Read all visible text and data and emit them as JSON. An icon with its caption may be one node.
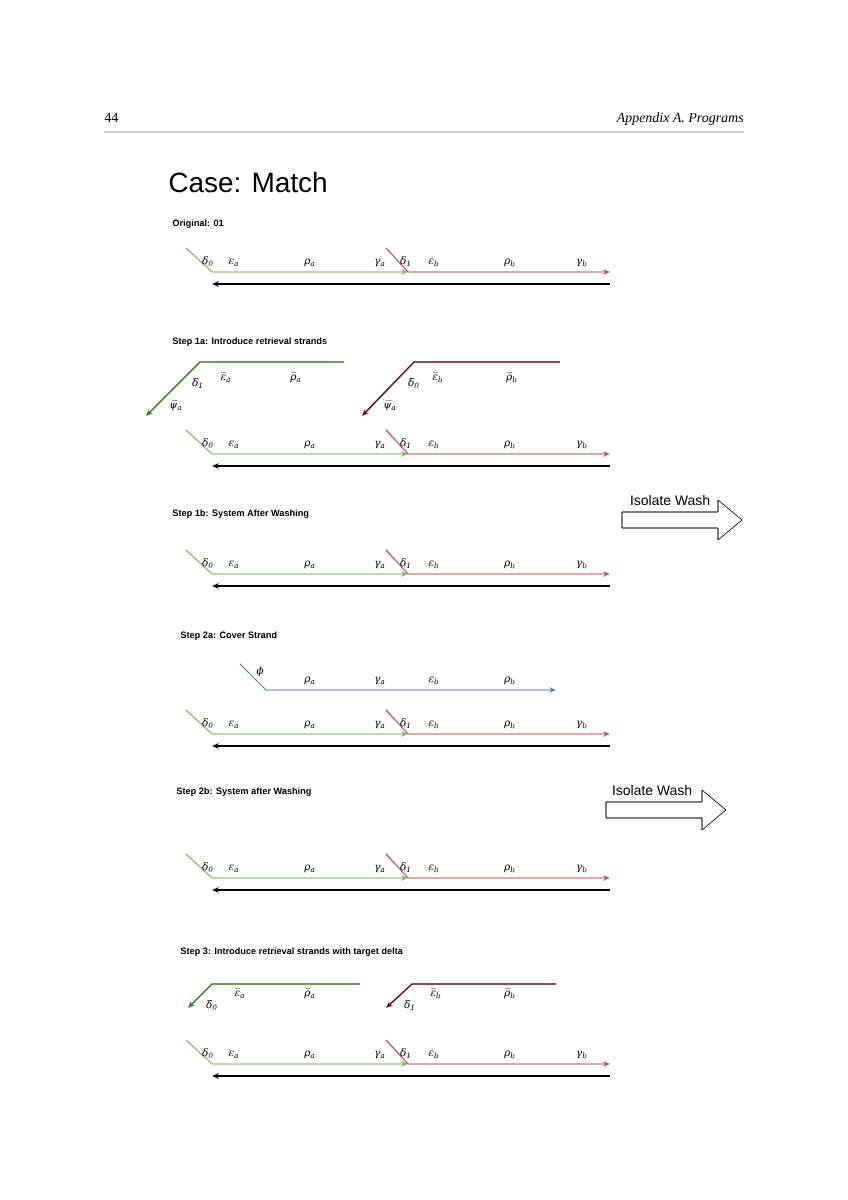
{
  "diagram": {
    "title": "Case: Match",
    "nodes": [
      {
        "text": [
          "Isolate Wash"
        ]
      },
      {
        "text": [
          "Isolate Wash"
        ]
      }
    ],
    "labels": [
      "44",
      "Appendix A. Programs",
      "Original: 01",
      "δ$_{0}$",
      "ε$_{a}$",
      "ρ$_{a}$",
      "γ$_{a}$",
      "δ$_{1}$",
      "ε$_{b}$",
      "ρ$_{b}$",
      "γ$_{b}$",
      "Step 1a: Introduce retrieval strands",
      "δ̅$_{1}$",
      "ε̅$_{a}$",
      "ρ̅$_{a}$",
      "ψ̅$_{a}$",
      "δ̅$_{0}$",
      "ε̅$_{b}$",
      "ρ̅$_{b}$",
      "ψ̅$_{a}$",
      "δ$_{0}$",
      "ε$_{a}$",
      "ρ$_{a}$",
      "γ$_{a}$",
      "δ$_{1}$",
      "ε$_{b}$",
      "ρ$_{b}$",
      "γ$_{b}$",
      "Step 1b: System After Washing",
      "δ$_{0}$",
      "ε$_{a}$",
      "ρ$_{a}$",
      "γ$_{a}$",
      "δ$_{1}$",
      "ε$_{b}$",
      "ρ$_{b}$",
      "γ$_{b}$",
      "Step 2a: Cover Strand",
      "ϕ",
      "ρ$_{a}$",
      "γ$_{a}$",
      "ε$_{b}$",
      "ρ$_{b}$",
      "δ$_{0}$",
      "ε$_{a}$",
      "ρ$_{a}$",
      "γ$_{a}$",
      "δ$_{1}$",
      "ε$_{b}$",
      "ρ$_{b}$",
      "γ$_{b}$",
      "Step 2b: System after Washing",
      "δ$_{0}$",
      "ε$_{a}$",
      "ρ$_{a}$",
      "γ$_{a}$",
      "δ$_{1}$",
      "ε$_{b}$",
      "ρ$_{b}$",
      "γ$_{b}$",
      "Step 3: Introduce retrieval strands with target delta",
      "δ̅$_{0}$",
      "ε̅$_{a}$",
      "ρ̅$_{a}$",
      "δ̅$_{1}$",
      "ε̅$_{b}$",
      "ρ̅$_{b}$",
      "δ$_{0}$",
      "ε$_{a}$",
      "ρ$_{a}$",
      "γ$_{a}$",
      "δ$_{1}$",
      "ε$_{b}$",
      "ρ$_{b}$",
      "γ$_{b}$"
    ]
  }
}
